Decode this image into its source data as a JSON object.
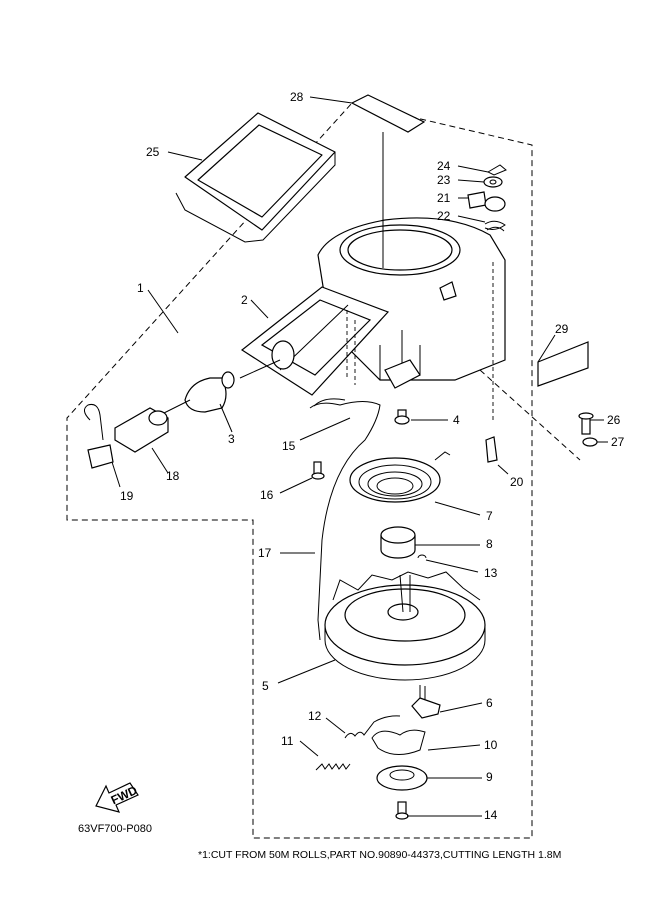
{
  "callouts": [
    "28",
    "25",
    "24",
    "23",
    "21",
    "22",
    "1",
    "2",
    "29",
    "4",
    "26",
    "27",
    "3",
    "15",
    "20",
    "16",
    "19",
    "18",
    "7",
    "17",
    "8",
    "13",
    "5",
    "6",
    "12",
    "10",
    "11",
    "9",
    "14"
  ],
  "fwd_label": "FWD",
  "diagram_code": "63VF700-P080",
  "footnote": "*1:CUT FROM 50M ROLLS,PART NO.90890-44373,CUTTING LENGTH 1.8M"
}
